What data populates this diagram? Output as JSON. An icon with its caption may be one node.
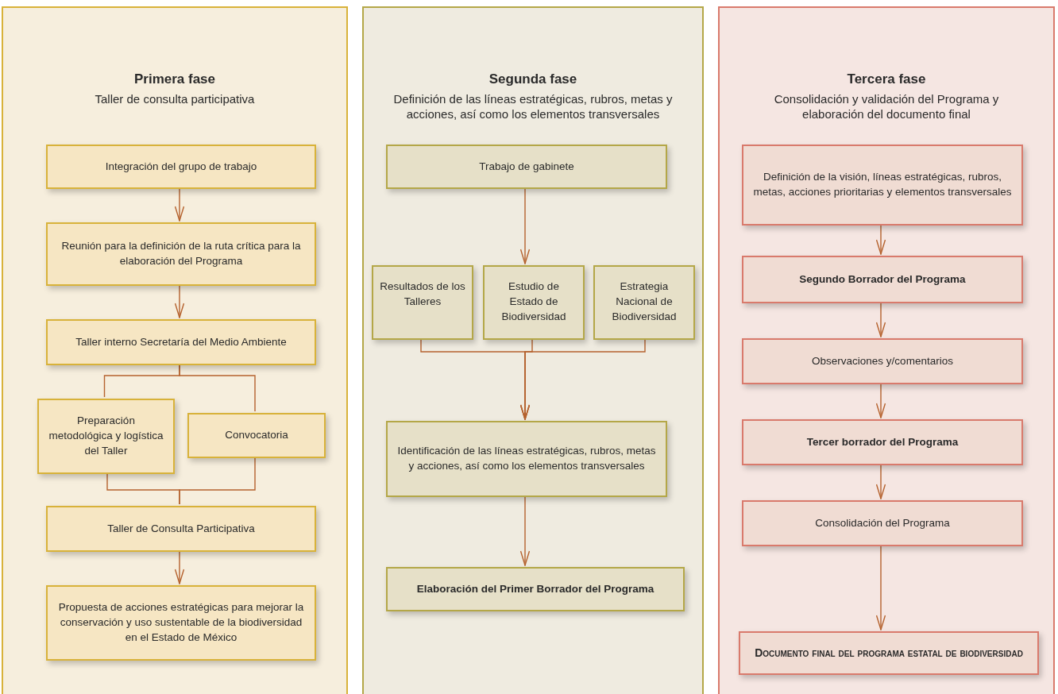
{
  "diagram": {
    "nodes": [
      {
        "text": [
          "Primera fase",
          "Taller de consulta participativa"
        ]
      },
      {
        "text": [
          "Integración del grupo de trabajo"
        ],
        "in": 0
      },
      {
        "text": [
          "Reunión para la definición de la ruta crítica para la elaboración del Programa"
        ],
        "in": 0
      },
      {
        "text": [
          "Taller interno Secretaría del Medio Ambiente"
        ],
        "in": 0
      },
      {
        "text": [
          "Preparación metodológica y logística del Taller"
        ],
        "in": 0
      },
      {
        "text": [
          "Convocatoria"
        ],
        "in": 0
      },
      {
        "text": [
          "Taller de Consulta Participativa"
        ],
        "in": 0
      },
      {
        "text": [
          "Propuesta de acciones estratégicas para mejorar la conservación y uso sustentable de la biodiversidad en el Estado de México"
        ],
        "in": 0
      },
      {
        "text": [
          "Segunda fase",
          "Definición de las líneas estratégicas, rubros, metas y acciones, así como los elementos transversales"
        ]
      },
      {
        "text": [
          "Trabajo de gabinete"
        ],
        "in": 8
      },
      {
        "text": [
          "Resultados de los Talleres"
        ],
        "in": 8
      },
      {
        "text": [
          "Estudio de Estado de Biodiversidad"
        ],
        "in": 8
      },
      {
        "text": [
          "Estrategia Nacional de Biodiversidad"
        ],
        "in": 8
      },
      {
        "text": [
          "Identificación de las líneas estratégicas, rubros, metas y acciones, así como los elementos transversales"
        ],
        "in": 8
      },
      {
        "text": [
          "Elaboración del Primer Borrador del Programa"
        ],
        "in": 8
      },
      {
        "text": [
          "Tercera fase",
          "Consolidación y validación del Programa y elaboración del documento final"
        ]
      },
      {
        "text": [
          "Definición de la visión, líneas estratégicas, rubros, metas, acciones prioritarias y elementos transversales"
        ],
        "in": 15
      },
      {
        "text": [
          "Segundo Borrador del Programa"
        ],
        "in": 15
      },
      {
        "text": [
          "Observaciones y/comentarios"
        ],
        "in": 15
      },
      {
        "text": [
          "Tercer borrador del Programa"
        ],
        "in": 15
      },
      {
        "text": [
          "Consolidación del Programa"
        ],
        "in": 15
      },
      {
        "text": [
          "Documento final del programa estatal de biodiversidad"
        ],
        "in": 15
      }
    ],
    "edges": [
      {
        "from": 1,
        "to": 2,
        "arrow": "to"
      },
      {
        "from": 2,
        "to": 3,
        "arrow": "to"
      },
      {
        "from": 3,
        "to": 4,
        "arrow": "none"
      },
      {
        "from": 3,
        "to": 5,
        "arrow": "none"
      },
      {
        "from": 4,
        "to": 6,
        "arrow": "none"
      },
      {
        "from": 5,
        "to": 6,
        "arrow": "none"
      },
      {
        "from": 6,
        "to": 7,
        "arrow": "to"
      },
      {
        "from": 9,
        "to": 11,
        "arrow": "to"
      },
      {
        "from": 10,
        "to": 13,
        "arrow": "to"
      },
      {
        "from": 11,
        "to": 13,
        "arrow": "to"
      },
      {
        "from": 12,
        "to": 13,
        "arrow": "to"
      },
      {
        "from": 13,
        "to": 14,
        "arrow": "to"
      },
      {
        "from": 16,
        "to": 17,
        "arrow": "to"
      },
      {
        "from": 17,
        "to": 18,
        "arrow": "to"
      },
      {
        "from": 18,
        "to": 19,
        "arrow": "to"
      },
      {
        "from": 19,
        "to": 20,
        "arrow": "to"
      },
      {
        "from": 20,
        "to": 21,
        "arrow": "to"
      }
    ]
  }
}
